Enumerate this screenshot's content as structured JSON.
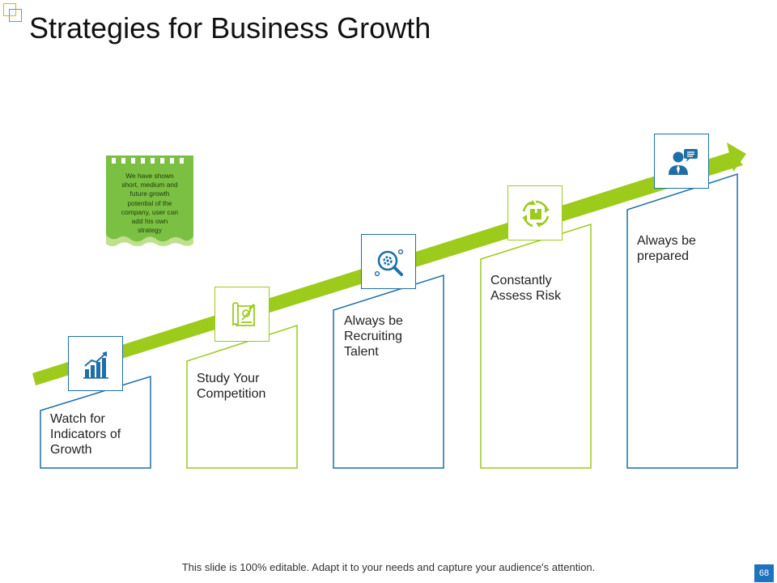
{
  "slide": {
    "title": "Strategies  for Business Growth",
    "footer": "This slide is 100% editable. Adapt it to your needs and capture your audience's attention.",
    "page_number": "68"
  },
  "note": {
    "lines": [
      "We have shown",
      "short, medium  and",
      "future growth",
      "potential of the",
      "company,  user can",
      "add  his own",
      "strategy"
    ]
  },
  "steps": [
    {
      "label_lines": [
        "Watch for",
        "Indicators of",
        "Growth"
      ],
      "icon": "bar-chart-growth-icon"
    },
    {
      "label_lines": [
        "Study Your",
        "Competition"
      ],
      "icon": "blueprint-document-icon"
    },
    {
      "label_lines": [
        "Always be",
        "Recruiting",
        "Talent"
      ],
      "icon": "gear-magnifier-icon"
    },
    {
      "label_lines": [
        "Constantly",
        "Assess Risk"
      ],
      "icon": "box-cycle-icon"
    },
    {
      "label_lines": [
        "Always be",
        "prepared"
      ],
      "icon": "person-speech-bubble-icon"
    }
  ],
  "colors": {
    "blue": "#1e6fa8",
    "green": "#9ccb1c",
    "note_green": "#7bc043"
  }
}
